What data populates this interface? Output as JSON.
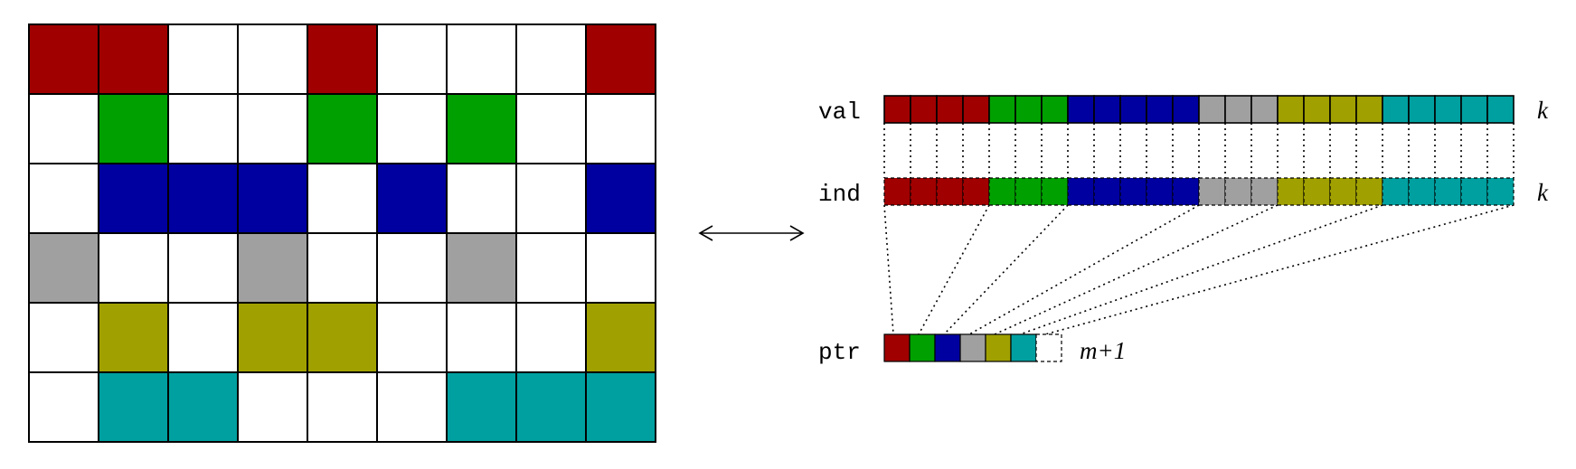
{
  "colors": {
    "red": "#a00000",
    "green": "#00a000",
    "blue": "#0000a0",
    "gray": "#a0a0a0",
    "olive": "#a0a000",
    "teal": "#00a0a0",
    "empty": "#ffffff"
  },
  "matrix": {
    "rows": 6,
    "cols": 9,
    "row_colors": [
      "red",
      "green",
      "blue",
      "gray",
      "olive",
      "teal"
    ],
    "nonzero": [
      [
        0,
        1,
        4,
        8
      ],
      [
        1,
        4,
        6
      ],
      [
        1,
        2,
        3,
        5,
        8
      ],
      [
        0,
        3,
        6
      ],
      [
        1,
        3,
        4,
        8
      ],
      [
        1,
        2,
        6,
        7,
        8
      ]
    ]
  },
  "arrow": {
    "symbol": "double-headed-arrow"
  },
  "arrays": {
    "val": {
      "label": "val",
      "length_label": "k"
    },
    "ind": {
      "label": "ind",
      "length_label": "k"
    },
    "ptr": {
      "label": "ptr",
      "length_label": "m+1",
      "cells": [
        "red",
        "green",
        "blue",
        "gray",
        "olive",
        "teal",
        "empty"
      ]
    }
  }
}
